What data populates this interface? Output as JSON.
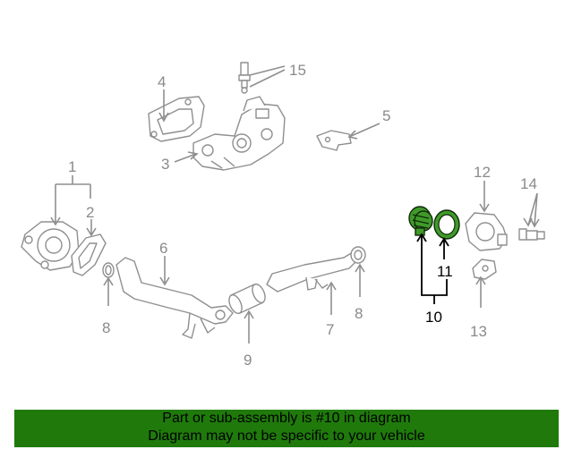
{
  "callouts": {
    "c1": "1",
    "c2": "2",
    "c3": "3",
    "c4": "4",
    "c5": "5",
    "c6": "6",
    "c7": "7",
    "c8a": "8",
    "c8b": "8",
    "c9": "9",
    "c10": "10",
    "c11": "11",
    "c12": "12",
    "c13": "13",
    "c14": "14",
    "c15": "15"
  },
  "highlight_part": "10",
  "colors": {
    "highlight": "#3f9a2a",
    "banner": "#1f7a0b",
    "linework": "#8f8f8f"
  },
  "banner": {
    "line1": "Part or sub-assembly is #10 in diagram",
    "line2": "Diagram may not be specific to your vehicle"
  }
}
